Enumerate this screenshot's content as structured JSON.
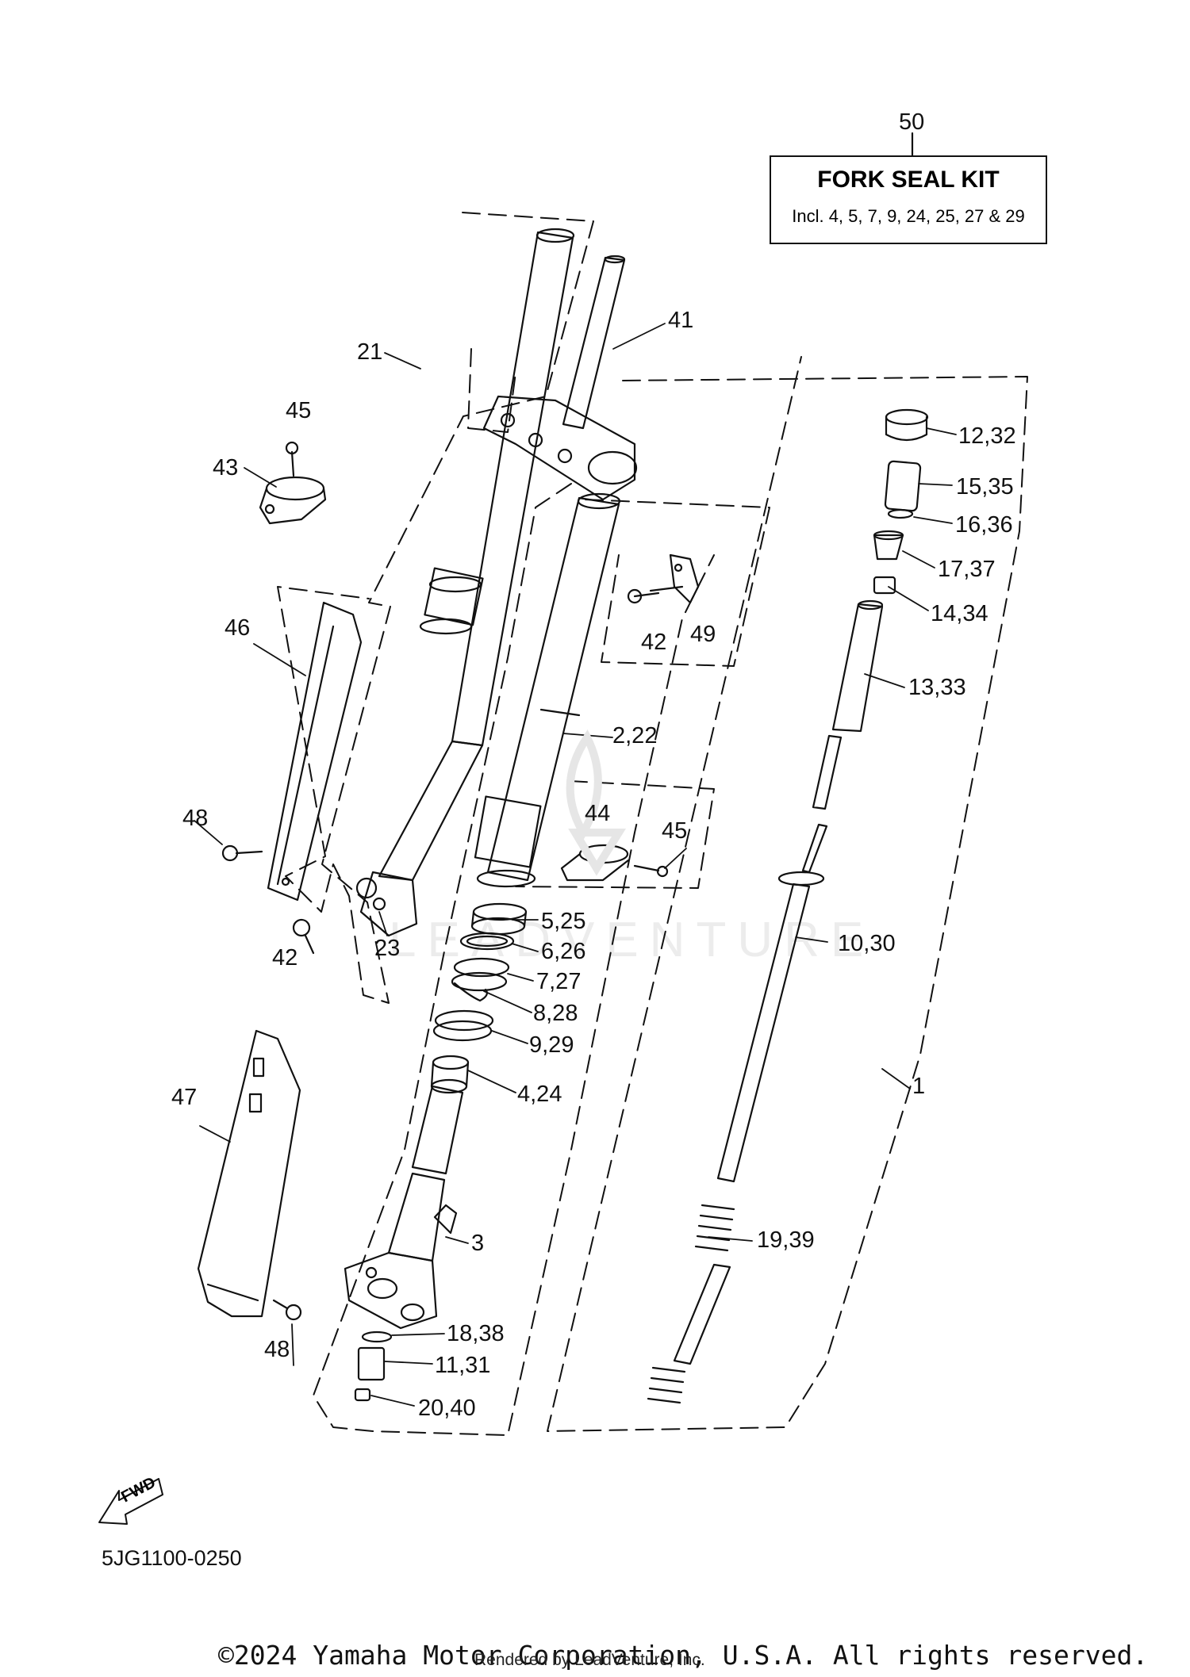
{
  "diagram": {
    "code": "5JG1100-0250",
    "fwd_label": "FWD",
    "copyright": "©2024 Yamaha Motor Corporation, U.S.A. All rights reserved.",
    "rendered_by": "Rendered by LeadVenture, Inc.",
    "watermark": "LEADVENTURE"
  },
  "kit": {
    "number": "50",
    "title": "FORK SEAL KIT",
    "includes": "Incl. 4, 5, 7, 9, 24, 25, 27 & 29"
  },
  "callouts": {
    "c21": "21",
    "c41": "41",
    "c45a": "45",
    "c43": "43",
    "c46": "46",
    "c42a": "42",
    "c49": "49",
    "c222": "2,22",
    "c44": "44",
    "c45b": "45",
    "c48a": "48",
    "c23": "23",
    "c42b": "42",
    "c525": "5,25",
    "c626": "6,26",
    "c727": "7,27",
    "c828": "8,28",
    "c929": "9,29",
    "c424": "4,24",
    "c47": "47",
    "c3": "3",
    "c1838": "18,38",
    "c1131": "11,31",
    "c2040": "20,40",
    "c48b": "48",
    "c1232": "12,32",
    "c1535": "15,35",
    "c1636": "16,36",
    "c1737": "17,37",
    "c1434": "14,34",
    "c1333": "13,33",
    "c1030": "10,30",
    "c1": "1",
    "c1939": "19,39"
  }
}
